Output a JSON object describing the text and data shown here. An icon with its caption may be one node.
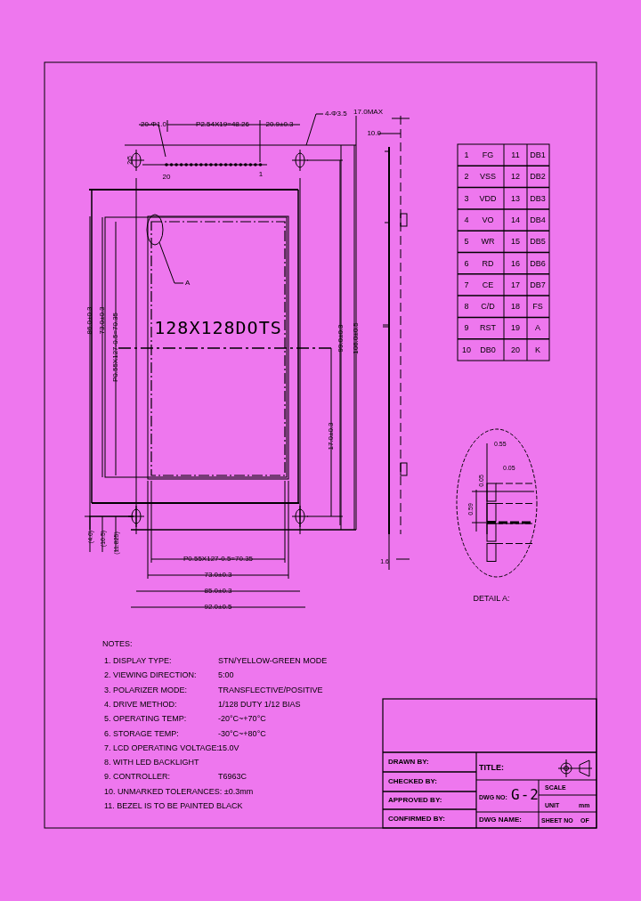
{
  "diagram": {
    "nodes": [
      {
        "text": [
          "20-Φ1.0"
        ]
      },
      {
        "text": [
          "4-Φ3.5"
        ]
      },
      {
        "text": [
          "A"
        ]
      },
      {
        "text": [],
        "shape": "circle"
      }
    ],
    "edges": [
      {
        "from": 0,
        "to": null,
        "arrow": "none"
      },
      {
        "from": 1,
        "to": null,
        "arrow": "none"
      },
      {
        "from": 2,
        "to": 3,
        "arrow": "none"
      }
    ],
    "labels": [
      "P2.54X19=48.26",
      "20.9±0.3",
      "17.0MAX",
      "10.0",
      "2.5",
      "20",
      "1",
      "1",
      "FG",
      "11",
      "DB1",
      "2",
      "VSS",
      "12",
      "DB2",
      "3",
      "VDD",
      "13",
      "DB3",
      "4",
      "VO",
      "14",
      "DB4",
      "5",
      "WR",
      "15",
      "DB5",
      "6",
      "RD",
      "16",
      "DB6",
      "7",
      "CE",
      "17",
      "DB7",
      "8",
      "C/D",
      "18",
      "FS",
      "9",
      "RST",
      "19",
      "A",
      "10",
      "DB0",
      "20",
      "K",
      "86.0±0.3",
      "73.0±0.3",
      "P0.55X127-0.5=70.35",
      "128X128DOTS",
      "99.0±0.3",
      "106.0±0.5",
      "17.0±0.3",
      "(4.0)",
      "(10.5)",
      "(11.825)",
      "P0.55X127-0.5=70.35",
      "73.0±0.3",
      "85.0±0.3",
      "92.0±0.5",
      "1.6",
      "0.55",
      "0.05",
      "0.05",
      "0.59",
      "DETAIL A:",
      "NOTES:",
      "1. DISPLAY TYPE:",
      "STN/YELLOW-GREEN MODE",
      "2. VIEWING DIRECTION:",
      "5:00",
      "3. POLARIZER MODE:",
      "TRANSFLECTIVE/POSITIVE",
      "4. DRIVE METHOD:",
      "1/128 DUTY 1/12 BIAS",
      "5. OPERATING TEMP:",
      "-20°C~+70°C",
      "6. STORAGE TEMP:",
      "-30°C~+80°C",
      "7. LCD OPERATING VOLTAGE:",
      "15.0V",
      "8. WITH LED BACKLIGHT",
      "9. CONTROLLER:",
      "T6963C",
      "10. UNMARKED TOLERANCES: ±0.3mm",
      "11. BEZEL IS TO BE PAINTED BLACK",
      "DRAWN BY:",
      "TITLE:",
      "CHECKED BY:",
      "DWG NO:",
      "G-2",
      "SCALE",
      "APPROVED BY:",
      "UNIT",
      "mm",
      "CONFIRMED BY:",
      "DWG NAME:",
      "SHEET NO",
      "OF"
    ]
  }
}
